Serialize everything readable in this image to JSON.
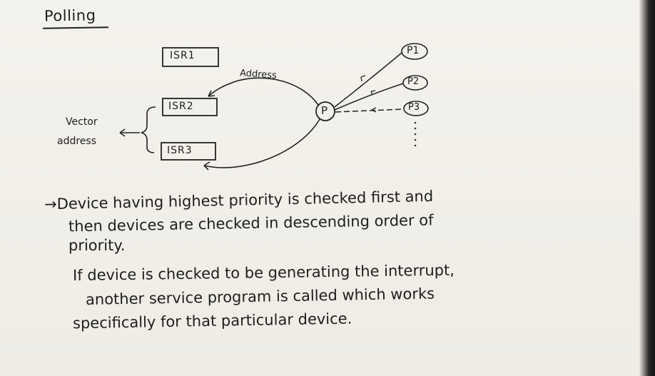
{
  "title": "Polling",
  "diagram": {
    "isr_boxes": [
      "ISR1",
      "ISR2",
      "ISR3"
    ],
    "processor_label": "P",
    "device_labels": [
      "P1",
      "P2",
      "P3"
    ],
    "address_label": "Address",
    "vector_label_line1": "Vector",
    "vector_label_line2": "address"
  },
  "notes": {
    "line1": "→Device having highest priority is checked first and",
    "line2": "then devices are checked in descending order of",
    "line3": "priority.",
    "line4": "If device is checked to be generating the interrupt,",
    "line5": "another service program is called which works",
    "line6": "specifically for that particular device."
  }
}
